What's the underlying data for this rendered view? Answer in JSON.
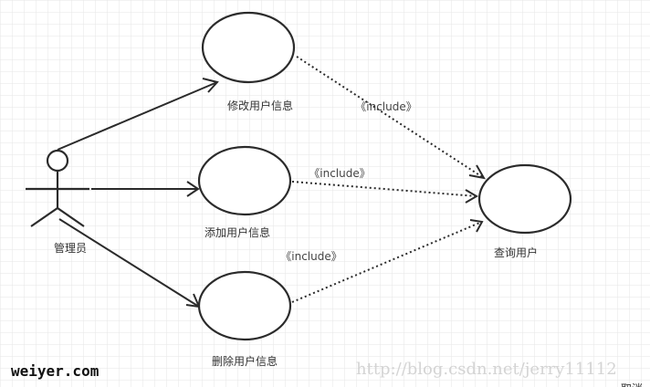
{
  "diagram": {
    "type": "use-case",
    "actor": {
      "label": "管理员"
    },
    "use_cases": [
      {
        "id": "edit",
        "label": "修改用户信息"
      },
      {
        "id": "add",
        "label": "添加用户信息"
      },
      {
        "id": "delete",
        "label": "删除用户信息"
      },
      {
        "id": "query",
        "label": "查询用户"
      }
    ],
    "relations": [
      {
        "from": "actor",
        "to": "edit",
        "kind": "association"
      },
      {
        "from": "actor",
        "to": "add",
        "kind": "association"
      },
      {
        "from": "actor",
        "to": "delete",
        "kind": "association"
      },
      {
        "from": "edit",
        "to": "query",
        "kind": "include",
        "label": "《include》"
      },
      {
        "from": "add",
        "to": "query",
        "kind": "include",
        "label": "《include》"
      },
      {
        "from": "delete",
        "to": "query",
        "kind": "include",
        "label": "《include》"
      }
    ]
  },
  "watermarks": {
    "left": "weiyer.com",
    "right": "http://blog.csdn.net/jerry11112",
    "corner": "取消"
  },
  "colors": {
    "line": "#2b2b2b",
    "grid": "#e6e6e6"
  }
}
